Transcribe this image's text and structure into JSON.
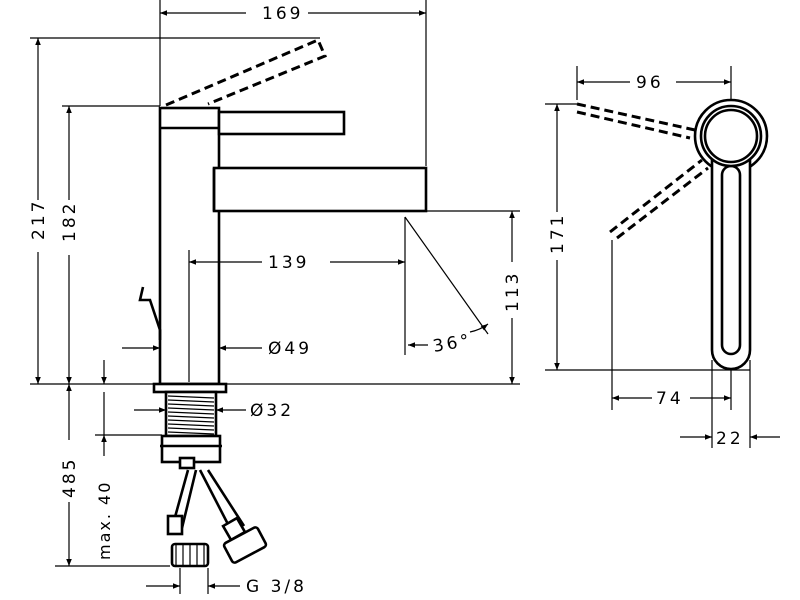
{
  "drawing": {
    "front_view": {
      "overall_width": "169",
      "overall_height": "217",
      "body_height": "182",
      "spout_projection": "139",
      "spout_height": "113",
      "spray_angle": "36°",
      "body_diameter": "Ø49",
      "shank_diameter": "Ø32",
      "installation_depth": "485",
      "max_thickness": "max. 40",
      "connection_thread": "G 3/8"
    },
    "side_view": {
      "handle_swing_width": "96",
      "height": "171",
      "base_offset": "74",
      "handle_width": "22"
    }
  }
}
